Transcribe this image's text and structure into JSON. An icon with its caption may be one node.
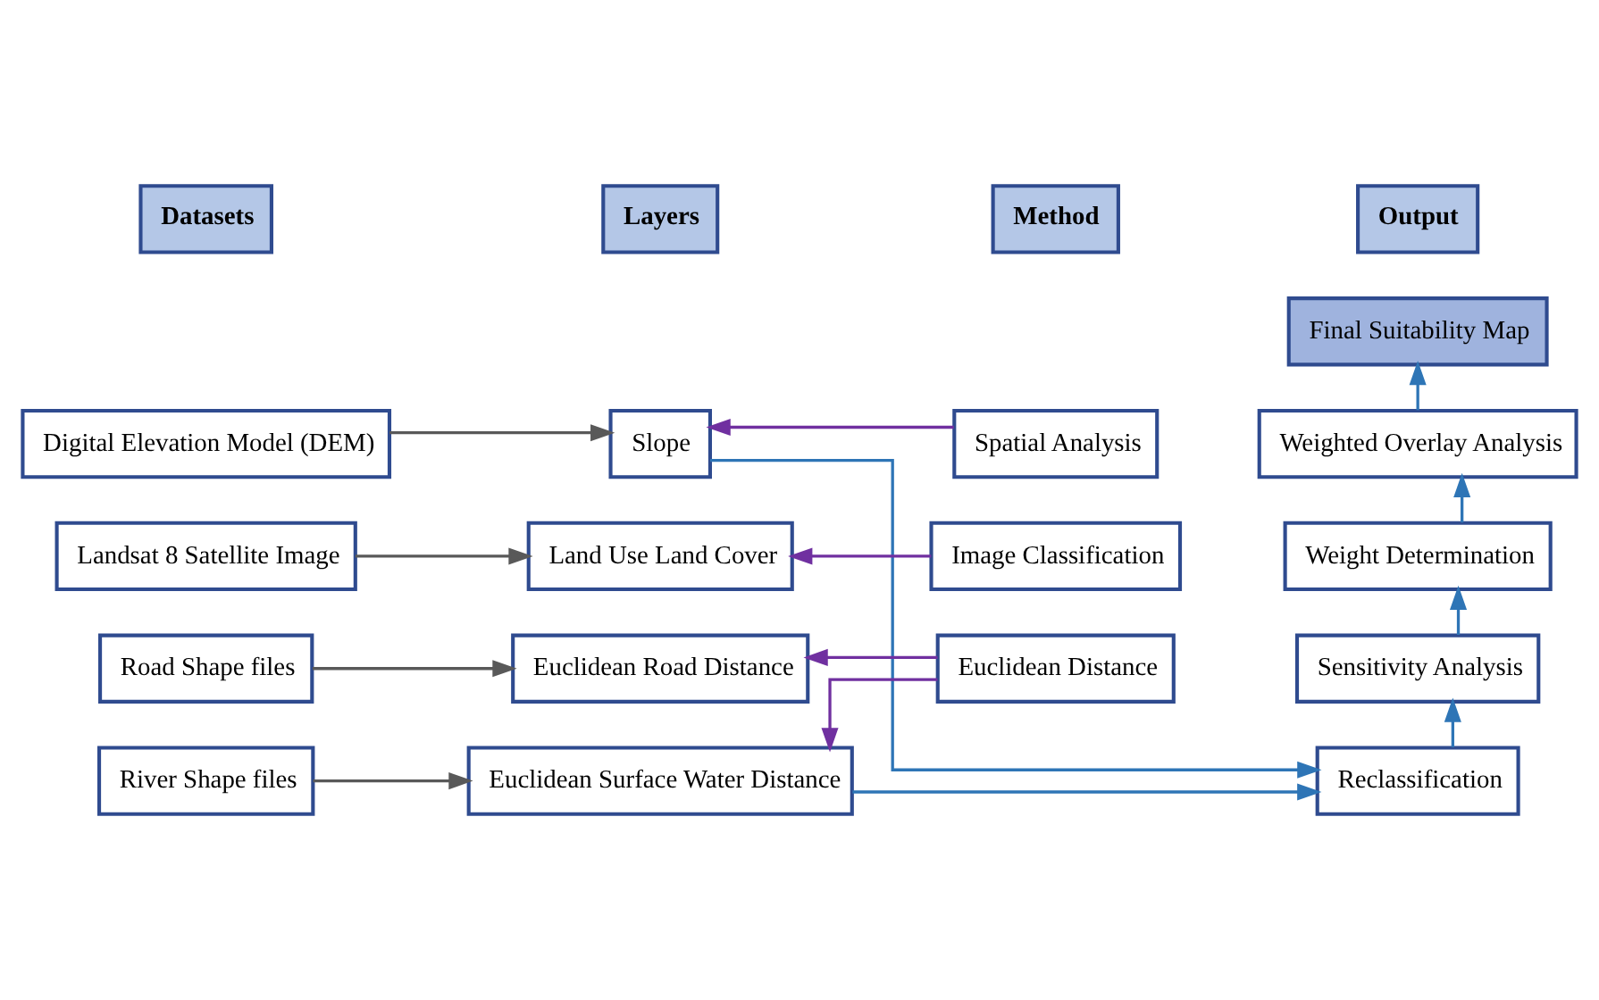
{
  "diagram": {
    "nodes": [
      {
        "text": [
          "Datasets"
        ]
      },
      {
        "text": [
          "Layers"
        ]
      },
      {
        "text": [
          "Method"
        ]
      },
      {
        "text": [
          "Output"
        ]
      },
      {
        "text": [
          "Digital Elevation Model (DEM)"
        ]
      },
      {
        "text": [
          "Slope"
        ]
      },
      {
        "text": [
          "Spatial Analysis"
        ]
      },
      {
        "text": [
          "Weighted Overlay Analysis"
        ]
      },
      {
        "text": [
          "Landsat 8 Satellite Image"
        ]
      },
      {
        "text": [
          "Land Use Land Cover"
        ]
      },
      {
        "text": [
          "Image Classification"
        ]
      },
      {
        "text": [
          "Weight Determination"
        ]
      },
      {
        "text": [
          "Final Suitability Map"
        ]
      },
      {
        "text": [
          "Road Shape files"
        ]
      },
      {
        "text": [
          "Euclidean Road Distance"
        ]
      },
      {
        "text": [
          "Euclidean Distance"
        ]
      },
      {
        "text": [
          "Sensitivity Analysis"
        ]
      },
      {
        "text": [
          "River Shape files"
        ]
      },
      {
        "text": [
          "Euclidean Surface Water Distance"
        ]
      },
      {
        "text": [
          "Reclassification"
        ]
      }
    ],
    "edges": [
      {
        "from": 4,
        "to": 5,
        "arrow": "to",
        "color": "#595959"
      },
      {
        "from": 8,
        "to": 9,
        "arrow": "to",
        "color": "#595959"
      },
      {
        "from": 13,
        "to": 14,
        "arrow": "to",
        "color": "#595959"
      },
      {
        "from": 17,
        "to": 18,
        "arrow": "to",
        "color": "#595959"
      },
      {
        "from": 6,
        "to": 5,
        "arrow": "to",
        "color": "#7030a0"
      },
      {
        "from": 10,
        "to": 9,
        "arrow": "to",
        "color": "#7030a0"
      },
      {
        "from": 15,
        "to": 14,
        "arrow": "to",
        "color": "#7030a0"
      },
      {
        "from": 15,
        "to": 18,
        "arrow": "to",
        "color": "#7030a0"
      },
      {
        "from": 5,
        "to": 19,
        "arrow": "to"
      },
      {
        "from": 18,
        "to": 19,
        "arrow": "to"
      },
      {
        "from": 19,
        "to": 16,
        "arrow": "to"
      },
      {
        "from": 16,
        "to": 11,
        "arrow": "to"
      },
      {
        "from": 11,
        "to": 7,
        "arrow": "to"
      },
      {
        "from": 7,
        "to": 12,
        "arrow": "to"
      }
    ]
  }
}
